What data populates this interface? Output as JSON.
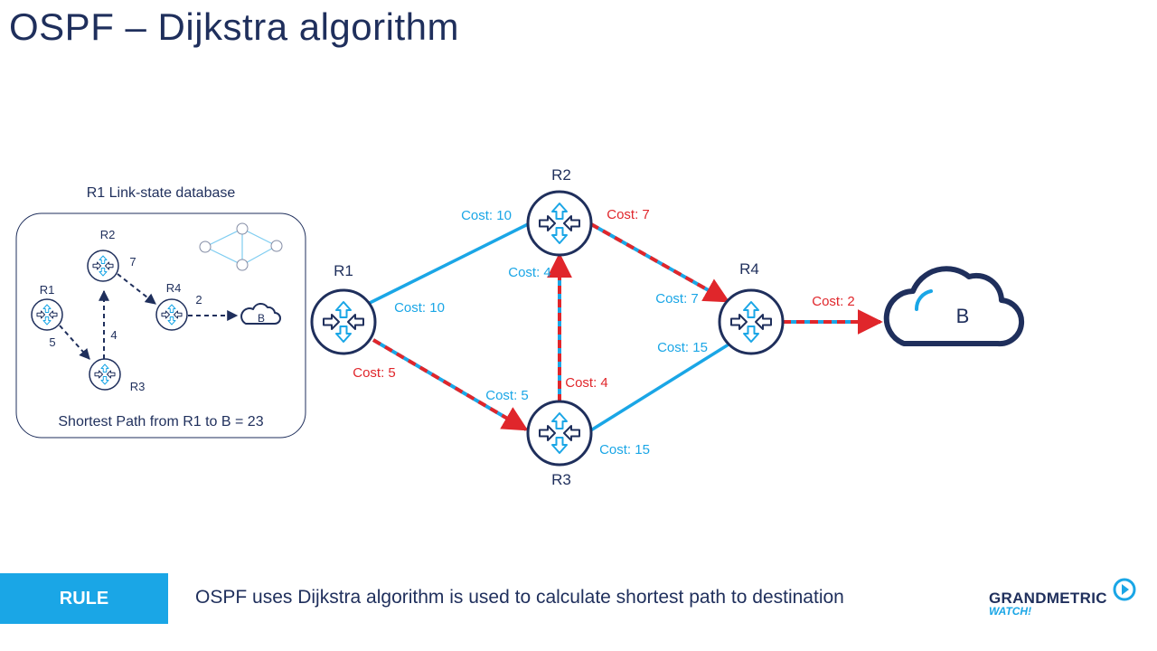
{
  "title": "OSPF – Dijkstra algorithm",
  "database": {
    "caption": "R1 Link-state database",
    "result": "Shortest Path from R1 to B = 23",
    "nodes": {
      "r1": "R1",
      "r2": "R2",
      "r3": "R3",
      "r4": "R4",
      "dest": "B"
    },
    "costs": {
      "r1_r3": "5",
      "r3_r2": "4",
      "r2_r4": "7",
      "r4_b": "2"
    }
  },
  "network": {
    "routers": {
      "r1": "R1",
      "r2": "R2",
      "r3": "R3",
      "r4": "R4"
    },
    "destination": "B",
    "links": [
      {
        "id": "r1_r2",
        "a_label": "Cost: 10",
        "b_label": "Cost: 10",
        "shortest": false
      },
      {
        "id": "r1_r3",
        "a_label": "Cost: 5",
        "b_label": "Cost: 5",
        "shortest": true
      },
      {
        "id": "r3_r2",
        "a_label": "Cost: 4",
        "b_label": "Cost: 4",
        "shortest": true
      },
      {
        "id": "r2_r4",
        "a_label": "Cost: 7",
        "b_label": "Cost: 7",
        "shortest": true
      },
      {
        "id": "r3_r4",
        "a_label": "Cost: 15",
        "b_label": "Cost: 15",
        "shortest": false
      },
      {
        "id": "r4_b",
        "a_label": "Cost: 2",
        "shortest": true
      }
    ]
  },
  "rule": {
    "badge": "RULE",
    "text": "OSPF uses Dijkstra algorithm is used to calculate shortest path to destination"
  },
  "logo": {
    "main": "GRANDMETRIC",
    "sub": "WATCH!"
  },
  "colors": {
    "navy": "#1f2f5c",
    "link_blue": "#1aa6e6",
    "path_red": "#e0262b",
    "icon_blue": "#1aa6e6"
  }
}
